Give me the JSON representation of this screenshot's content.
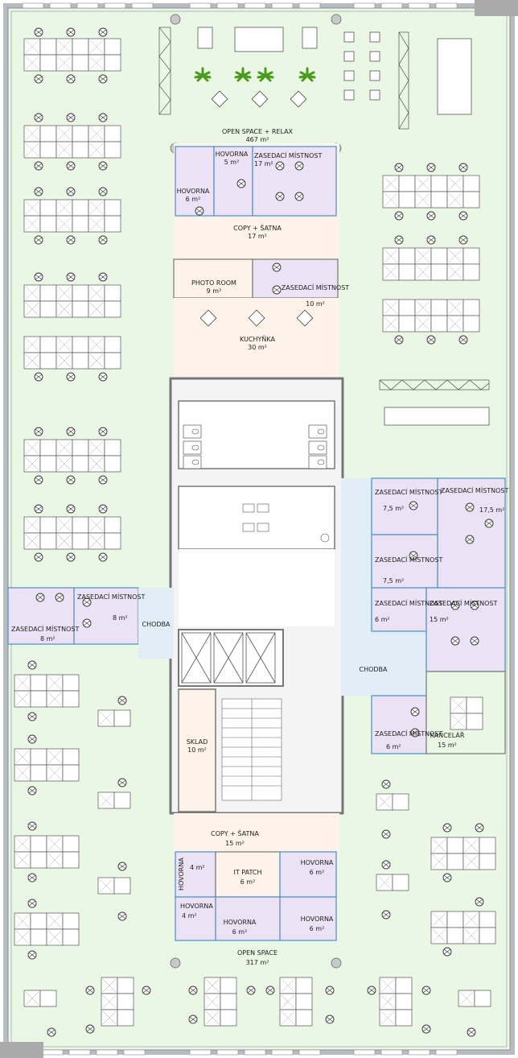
{
  "colors": {
    "open_space": "#eaf7e4",
    "meeting": "#ece2f5",
    "service": "#fdf3e8",
    "corridor": "#e1eef7",
    "wall": "#777777",
    "window_frame": "#9aa0a6"
  },
  "icons": [
    "plant-icon",
    "chair-icon",
    "column-icon",
    "toilet-icon",
    "sink-icon",
    "elevator-icon",
    "stair-icon"
  ],
  "rooms": [
    {
      "id": "open-space-relax",
      "name": "OPEN SPACE + RELAX",
      "area": "467 m²"
    },
    {
      "id": "hovorna-a",
      "name": "HOVORNA",
      "area": "6 m²"
    },
    {
      "id": "hovorna-b",
      "name": "HOVORNA",
      "area": "5 m²"
    },
    {
      "id": "zasedaci-17",
      "name": "ZASEDACÍ MÍSTNOST",
      "area": "17 m²"
    },
    {
      "id": "copy-satna-top",
      "name": "COPY + ŠATNA",
      "area": "17 m²"
    },
    {
      "id": "photo-room",
      "name": "PHOTO ROOM",
      "area": "9 m²"
    },
    {
      "id": "zasedaci-10",
      "name": "ZASEDACÍ MÍSTNOST",
      "area": "10 m²"
    },
    {
      "id": "kuchynka",
      "name": "KUCHYŇKA",
      "area": "30 m²"
    },
    {
      "id": "zasedaci-7-5-a",
      "name": "ZASEDACÍ MÍSTNOST",
      "area": "7,5 m²"
    },
    {
      "id": "zasedaci-17-5",
      "name": "ZASEDACÍ MÍSTNOST",
      "area": "17,5 m²"
    },
    {
      "id": "zasedaci-7-5-b",
      "name": "ZASEDACÍ MÍSTNOST",
      "area": "7,5 m²"
    },
    {
      "id": "zasedaci-8-a",
      "name": "ZASEDACÍ MÍSTNOST",
      "area": "8 m²"
    },
    {
      "id": "zasedaci-8-b",
      "name": "ZASEDACÍ MÍSTNOST",
      "area": "8 m²"
    },
    {
      "id": "chodba-left",
      "name": "CHODBA",
      "area": ""
    },
    {
      "id": "zasedaci-6-a",
      "name": "ZASEDACÍ MÍSTNOST",
      "area": "6 m²"
    },
    {
      "id": "zasedaci-15",
      "name": "ZASEDACÍ MÍSTNOST",
      "area": "15 m²"
    },
    {
      "id": "chodba-right",
      "name": "CHODBA",
      "area": ""
    },
    {
      "id": "zasedaci-6-b",
      "name": "ZASEDACÍ MÍSTNOST",
      "area": "6 m²"
    },
    {
      "id": "kancelar",
      "name": "KANCELÁŘ",
      "area": "15 m²"
    },
    {
      "id": "sklad",
      "name": "SKLAD",
      "area": "10 m²"
    },
    {
      "id": "copy-satna-bottom",
      "name": "COPY + ŠATNA",
      "area": "15 m²"
    },
    {
      "id": "hovorna-c",
      "name": "HOVORNA",
      "area": "4 m²"
    },
    {
      "id": "it-patch",
      "name": "IT PATCH",
      "area": "6 m²"
    },
    {
      "id": "hovorna-d",
      "name": "HOVORNA",
      "area": "6 m²"
    },
    {
      "id": "hovorna-e",
      "name": "HOVORNA",
      "area": "4 m²"
    },
    {
      "id": "hovorna-f",
      "name": "HOVORNA",
      "area": "6 m²"
    },
    {
      "id": "hovorna-g",
      "name": "HOVORNA",
      "area": "6 m²"
    },
    {
      "id": "open-space",
      "name": "OPEN SPACE",
      "area": "317 m²"
    }
  ]
}
